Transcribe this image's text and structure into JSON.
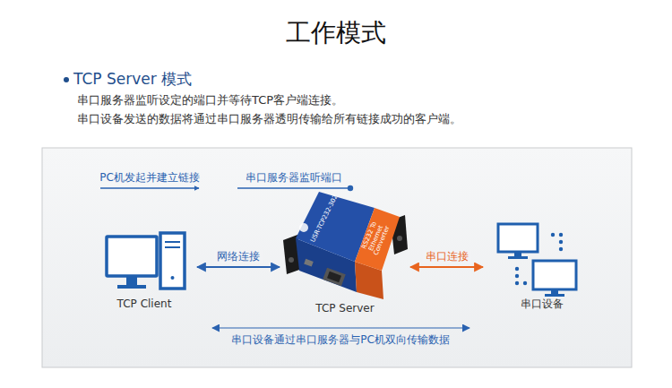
{
  "diagram": {
    "title": "工作模式",
    "nodes": [
      {
        "text": [
          "TCP Client"
        ]
      },
      {
        "text": [
          "TCP Server"
        ]
      },
      {
        "text": [
          "串口设备"
        ]
      }
    ],
    "edges": [
      {
        "from": 0,
        "to": 1,
        "arrow": "both",
        "label": "网络连接"
      },
      {
        "from": 1,
        "to": 2,
        "arrow": "both",
        "label": "串口连接"
      }
    ],
    "labels": [
      "TCP Server 模式",
      "串口服务器监听设定的端口并等待TCP客户端连接。",
      "串口设备发送的数据将通过串口服务器透明传输给所有链接成功的客户端。",
      "PC机发起并建立链接",
      "串口服务器监听端口",
      "串口设备通过串口服务器与PC机双向传输数据",
      "USR-TCP232-302",
      "RS232 To Ethernet Converter"
    ]
  }
}
